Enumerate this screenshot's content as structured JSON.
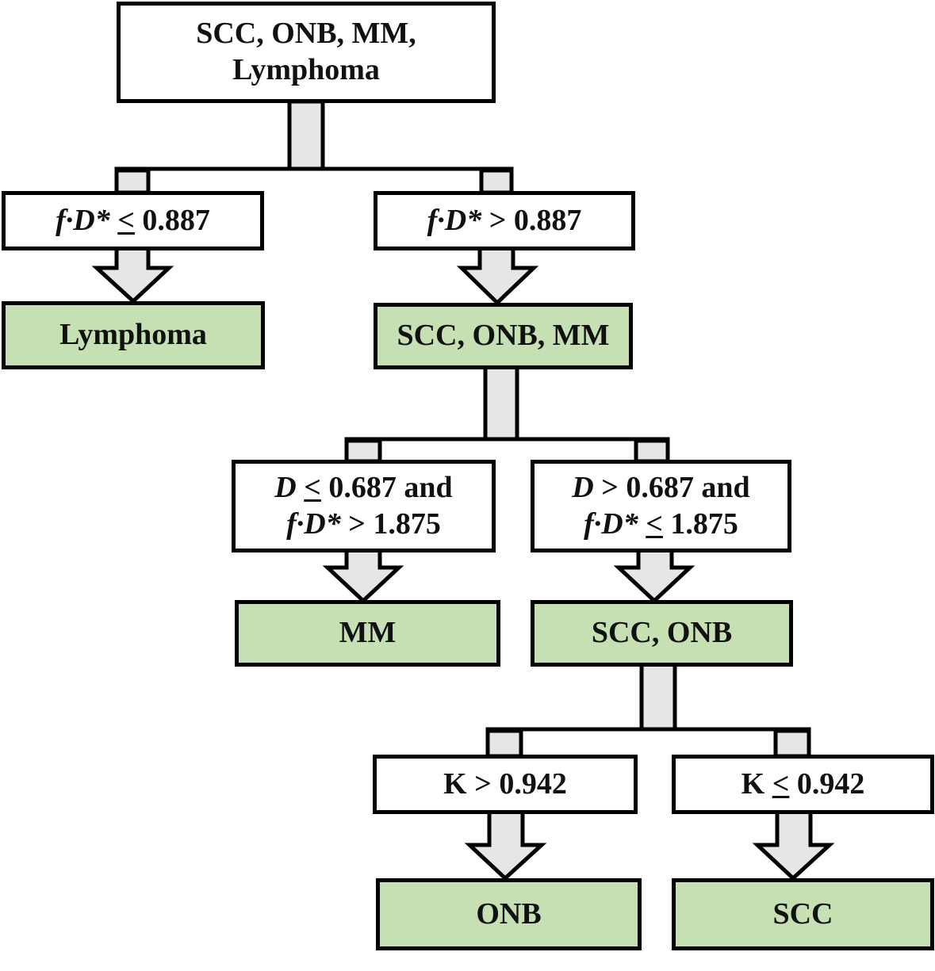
{
  "diagram": {
    "type": "decision-tree",
    "root": {
      "line1": "SCC, ONB, MM,",
      "line2": "Lymphoma"
    },
    "level1": {
      "left_condition": {
        "var": "f·D*",
        "op": "≤",
        "value": "0.887"
      },
      "left_result": "Lymphoma",
      "right_condition": {
        "var": "f·D*",
        "op": ">",
        "value": "0.887"
      },
      "right_result": "SCC, ONB, MM"
    },
    "level2": {
      "left_condition": {
        "line1": {
          "var": "D",
          "op": "≤",
          "value": "0.687 and"
        },
        "line2": {
          "var": "f·D*",
          "op": ">",
          "value": "1.875"
        }
      },
      "left_result": "MM",
      "right_condition": {
        "line1": {
          "var": "D",
          "op": ">",
          "value": "0.687 and"
        },
        "line2": {
          "var": "f·D*",
          "op": "≤",
          "value": "1.875"
        }
      },
      "right_result": "SCC, ONB"
    },
    "level3": {
      "left_condition": {
        "var": "K",
        "op": ">",
        "value": "0.942"
      },
      "left_result": "ONB",
      "right_condition": {
        "var": "K",
        "op": "≤",
        "value": "0.942"
      },
      "right_result": "SCC"
    },
    "colors": {
      "leaf_fill": "#c6e0b4",
      "condition_fill": "#ffffff",
      "connector_fill": "#e6e6e6",
      "stroke": "#000000"
    }
  }
}
